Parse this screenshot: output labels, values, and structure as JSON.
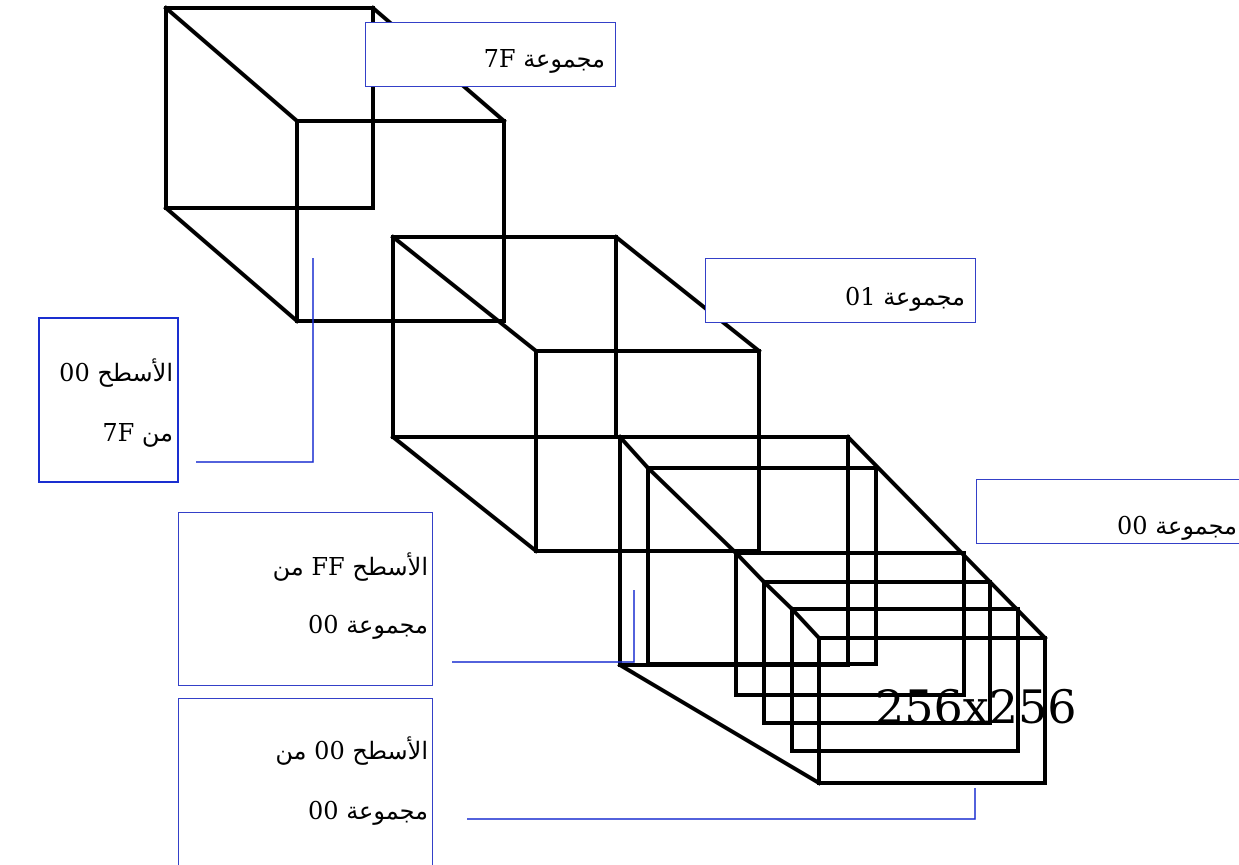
{
  "labels": {
    "group_7f": "مجموعة 7F",
    "group_01": "مجموعة 01",
    "group_00": "مجموعة 00",
    "surfaces_00_7f": {
      "line1": "الأسطح 00",
      "line2": "من 7F"
    },
    "surface_ff": {
      "line1": "الأسطح FF من",
      "line2": "مجموعة 00"
    },
    "surface_00": {
      "line1": "الأسطح 00 من",
      "line2": "مجموعة 00"
    },
    "size": "256x256"
  },
  "colors": {
    "outline": "#000000",
    "leader": "#1a2fd0"
  }
}
